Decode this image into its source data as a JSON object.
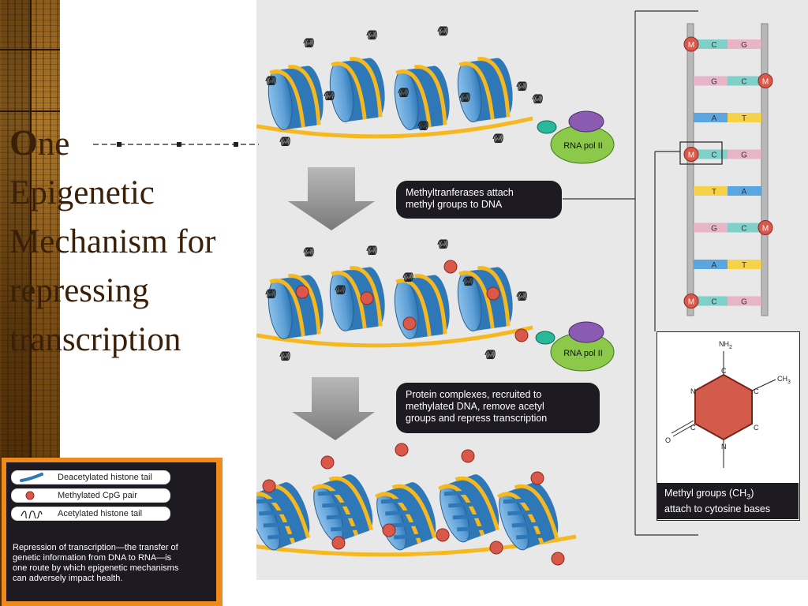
{
  "title": {
    "first_letter": "O",
    "first_word_rest": "ne",
    "lines": [
      "Epigenetic",
      "Mechanism for",
      "repressing",
      "transcription"
    ]
  },
  "callouts": {
    "methyltransferase": [
      "Methyltranferases attach",
      "methyl groups to DNA"
    ],
    "protein_complexes": [
      "Protein complexes, recruited to",
      "methylated DNA, remove acetyl",
      "groups and repress transcription"
    ]
  },
  "rna_pol_label": "RNA pol II",
  "legend": {
    "items": [
      {
        "label": "Deacetylated histone tail",
        "icon": "deacetylated-tail-icon"
      },
      {
        "label": "Methylated CpG pair",
        "icon": "methyl-dot-icon"
      },
      {
        "label": "Acetylated histone tail",
        "icon": "acetyl-coil-icon"
      }
    ],
    "text": [
      "Repression of transcription—the transfer of",
      "genetic information from DNA to RNA—is",
      "one route by which epigenetic mechanisms",
      "can adversely impact health."
    ]
  },
  "dna_ladder": {
    "rows": [
      {
        "left": "C",
        "right": "G",
        "m_left": true,
        "m_right": false,
        "lc": "#7fd0c8",
        "rc": "#e8b4c8"
      },
      {
        "left": "G",
        "right": "C",
        "m_left": false,
        "m_right": true,
        "lc": "#e8b4c8",
        "rc": "#7fd0c8"
      },
      {
        "left": "A",
        "right": "T",
        "m_left": false,
        "m_right": false,
        "lc": "#5aa6e0",
        "rc": "#f5d24a"
      },
      {
        "left": "C",
        "right": "G",
        "m_left": true,
        "m_right": false,
        "lc": "#7fd0c8",
        "rc": "#e8b4c8"
      },
      {
        "left": "T",
        "right": "A",
        "m_left": false,
        "m_right": false,
        "lc": "#f5d24a",
        "rc": "#5aa6e0"
      },
      {
        "left": "G",
        "right": "C",
        "m_left": false,
        "m_right": true,
        "lc": "#e8b4c8",
        "rc": "#7fd0c8"
      },
      {
        "left": "A",
        "right": "T",
        "m_left": false,
        "m_right": false,
        "lc": "#5aa6e0",
        "rc": "#f5d24a"
      },
      {
        "left": "C",
        "right": "G",
        "m_left": true,
        "m_right": false,
        "lc": "#7fd0c8",
        "rc": "#e8b4c8"
      }
    ],
    "m_label": "M"
  },
  "cytosine": {
    "nh2": "NH",
    "nh2_sub": "2",
    "ch3": "CH",
    "ch3_sub": "3",
    "atoms": [
      "C",
      "N",
      "C",
      "C",
      "C",
      "N",
      "O"
    ],
    "caption_line1": "Methyl groups (CH",
    "caption_sub": "3",
    "caption_line1_end": ")",
    "caption_line2": "attach to cytosine bases"
  },
  "colors": {
    "histone": "#6aa8dc",
    "histone_dark": "#2f78b8",
    "dna": "#f5b81e",
    "methyl": "#d9584a",
    "legend_border": "#f08a1c"
  }
}
